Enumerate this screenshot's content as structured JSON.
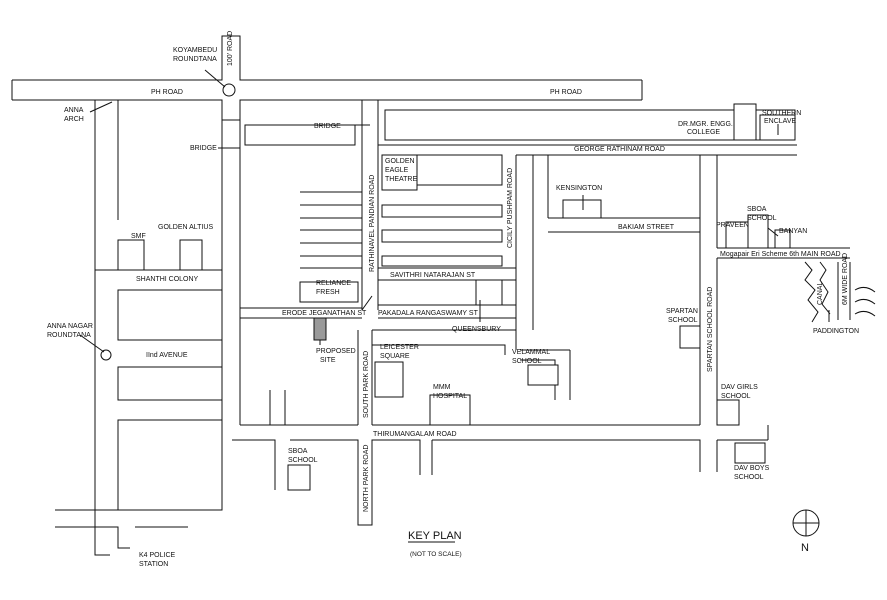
{
  "title": "KEY PLAN",
  "subtitle": "(NOT TO SCALE)",
  "north": "N",
  "colors": {
    "ink": "#111111",
    "site": "#9a9a9a"
  },
  "labels": {
    "ph_road_left": "PH ROAD",
    "ph_road_right": "PH ROAD",
    "road_100ft": "100' ROAD",
    "koyambedu": [
      "KOYAMBEDU",
      "ROUNDTANA"
    ],
    "anna_arch": [
      "ANNA",
      "ARCH"
    ],
    "bridge_left": "BRIDGE",
    "bridge_mid": "BRIDGE",
    "smf": "SMF",
    "golden_altius": "GOLDEN ALTIUS",
    "shanthi_colony": "SHANTHI COLONY",
    "anna_nagar": [
      "ANNA NAGAR",
      "ROUNDTANA"
    ],
    "iind_avenue": "IInd AVENUE",
    "k4_police": [
      "K4 POLICE",
      "STATION"
    ],
    "rathinavel_road": "RATHINAVEL PANDIAN ROAD",
    "golden_eagle": [
      "GOLDEN",
      "EAGLE",
      "THEATRE"
    ],
    "george_road": "GEORGE RATHINAM ROAD",
    "dr_mgr": [
      "DR.MGR. ENGG.",
      "COLLEGE"
    ],
    "southern_enclave": [
      "SOUTHERN",
      "ENCLAVE"
    ],
    "kensington": "KENSINGTON",
    "cicily_road": "CICILY PUSHPAM ROAD",
    "bakiam_street": "BAKIAM STREET",
    "savithri_st": "SAVITHRI NATARAJAN ST",
    "reliance": [
      "RELIANCE",
      "FRESH"
    ],
    "erode_st": "ERODE JEGANATHAN ST",
    "pakadala_st": "PAKADALA RANGASWAMY ST",
    "queensbury": "QUEENSBURY",
    "proposed_site": [
      "PROPOSED",
      "SITE"
    ],
    "leicester": [
      "LEICESTER",
      "SQUARE"
    ],
    "south_park_road": "SOUTH PARK ROAD",
    "mmm_hospital": [
      "MMM",
      "HOSPITAL"
    ],
    "velammal": [
      "VELAMMAL",
      "SCHOOL"
    ],
    "spartan_school": [
      "SPARTAN",
      "SCHOOL"
    ],
    "spartan_road": "SPARTAN SCHOOL ROAD",
    "praveen": "PRAVEEN",
    "sboa_top": [
      "SBOA",
      "SCHOOL"
    ],
    "banyan": "BANYAN",
    "mogapair": "Mogapair Eri Scheme 6th MAIN ROAD",
    "canal": "CANAL",
    "wide_road": "6M WIDE ROAD",
    "paddington": "PADDINGTON",
    "dav_girls": [
      "DAV GIRLS",
      "SCHOOL"
    ],
    "dav_boys": [
      "DAV BOYS",
      "SCHOOL"
    ],
    "thirumangalam": "THIRUMANGALAM ROAD",
    "sboa_bottom": [
      "SBOA",
      "SCHOOL"
    ],
    "north_park_road": "NORTH PARK ROAD"
  }
}
